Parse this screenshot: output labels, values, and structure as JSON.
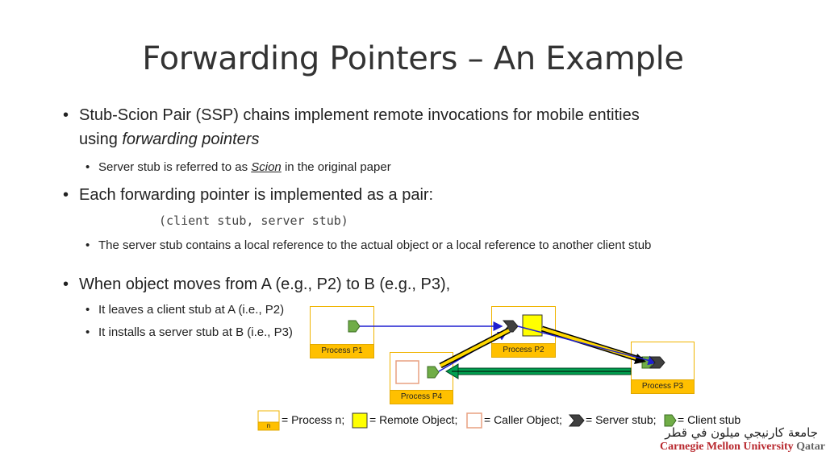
{
  "title": "Forwarding Pointers – An Example",
  "bullets": {
    "b1_line1": "Stub-Scion Pair (SSP) chains implement remote invocations for mobile entities",
    "b1_line2_prefix": "using ",
    "b1_line2_em": "forwarding pointers",
    "b1_sub_prefix": "Server stub is referred to as ",
    "b1_sub_em": "Scion",
    "b1_sub_suffix": " in the original paper",
    "b2_line": "Each forwarding pointer is implemented as a pair:",
    "b2_code": "(client stub, server stub)",
    "b2_sub": "The server stub contains a local reference to the actual object or a local reference to another client stub",
    "b3_line": "When object moves from A (e.g., P2) to B (e.g., P3),",
    "b3_sub1": "It leaves a client stub at A (i.e., P2)",
    "b3_sub2": "It installs a server stub at B (i.e., P3)"
  },
  "diagram": {
    "p1": "Process P1",
    "p2": "Process P2",
    "p3": "Process P3",
    "p4": "Process P4"
  },
  "legend": {
    "n": "n",
    "process": "= Process n;",
    "remote": "= Remote Object;",
    "caller": "= Caller Object;",
    "server": "= Server stub;",
    "client": "= Client stub"
  },
  "logo": {
    "arabic": "جامعة كارنيجي ميلون في قطر",
    "english_cmu": "Carnegie Mellon University",
    "english_q": "Qatar"
  },
  "colors": {
    "process_label": "#ffc000",
    "remote_object": "#ffff00",
    "client_stub": "#70ad47",
    "server_stub": "#404040",
    "pointer_blue": "#1f1fcf",
    "pointer_green": "#00a050",
    "logo_red": "#b8282e"
  }
}
